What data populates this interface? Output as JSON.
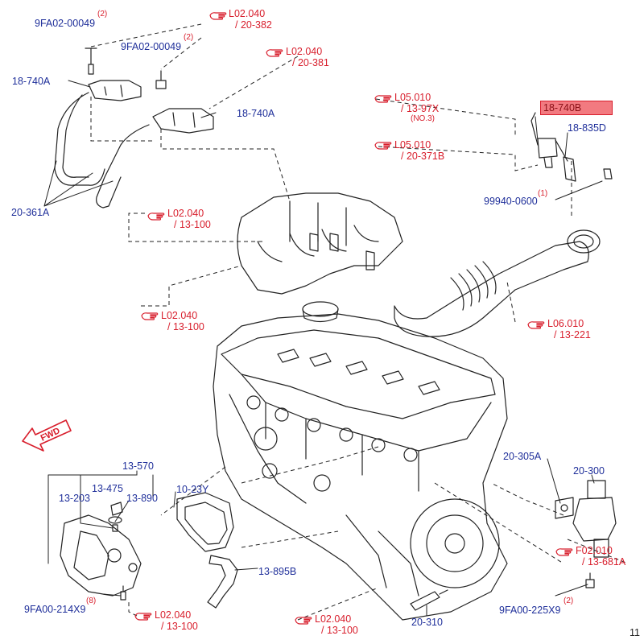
{
  "colors": {
    "part_number": "#1f2f9a",
    "reference": "#d81e2c",
    "highlight": "#f27a80",
    "line": "#222222"
  },
  "page_number": "11",
  "fwd_label": "FWD",
  "parts": {
    "p_9fa02_1": "9FA02-00049",
    "p_9fa02_1_qty": "(2)",
    "p_9fa02_2": "9FA02-00049",
    "p_9fa02_2_qty": "(2)",
    "p_18740a_1": "18-740A",
    "p_18740a_2": "18-740A",
    "p_20361a": "20-361A",
    "p_18740b": "18-740B",
    "p_18835d": "18-835D",
    "p_99940": "99940-0600",
    "p_99940_qty": "(1)",
    "p_13570": "13-570",
    "p_13475": "13-475",
    "p_13203": "13-203",
    "p_13890": "13-890",
    "p_1023y": "10-23Y",
    "p_13895b": "13-895B",
    "p_9fa00_214": "9FA00-214X9",
    "p_9fa00_214_qty": "(8)",
    "p_20305a": "20-305A",
    "p_20300": "20-300",
    "p_20310": "20-310",
    "p_9fa00_225": "9FA00-225X9",
    "p_9fa00_225_qty": "(2)"
  },
  "references": {
    "r1": {
      "page": "L02.040",
      "fig": "/ 20-382"
    },
    "r2": {
      "page": "L02.040",
      "fig": "/ 20-381"
    },
    "r3": {
      "page": "L05.010",
      "fig": "/ 13-97X",
      "note": "(NO.3)"
    },
    "r4": {
      "page": "L05.010",
      "fig": "/ 20-371B"
    },
    "r5": {
      "page": "L02.040",
      "fig": "/ 13-100"
    },
    "r6": {
      "page": "L02.040",
      "fig": "/ 13-100"
    },
    "r7": {
      "page": "L06.010",
      "fig": "/ 13-221"
    },
    "r8": {
      "page": "F02.010",
      "fig": "/ 13-681A"
    },
    "r9": {
      "page": "L02.040",
      "fig": "/ 13-100"
    },
    "r10": {
      "page": "L02.040",
      "fig": "/ 13-100"
    }
  }
}
